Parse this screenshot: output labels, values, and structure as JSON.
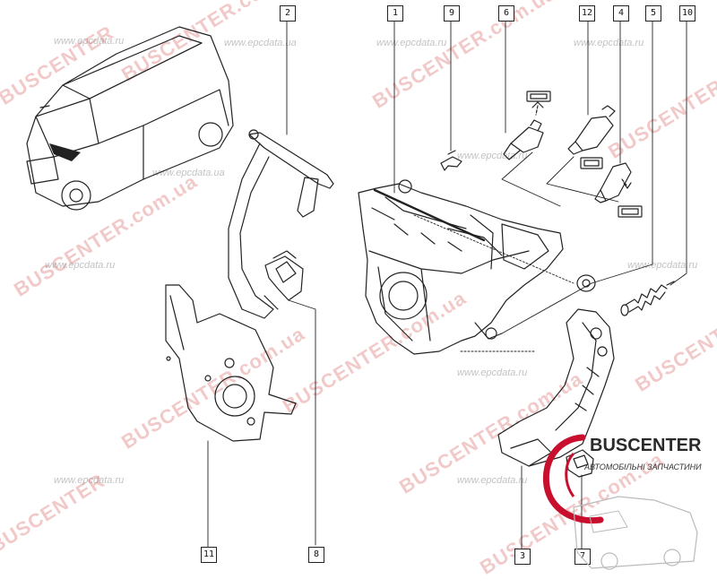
{
  "callouts": [
    "1",
    "2",
    "3",
    "4",
    "5",
    "6",
    "7",
    "8",
    "9",
    "10",
    "11",
    "12"
  ],
  "watermarks": {
    "brand": "BUSCENTER",
    "brand_domain": "BUSCENTER.com.ua",
    "source": "www.epcdata.ru",
    "source_alt": "www.epcdata.ua"
  },
  "logo": {
    "name": "BUSCENTER",
    "tagline": "АВТОМОБІЛЬНІ ЗАПЧАСТИНИ"
  },
  "colors": {
    "line": "#222222",
    "watermark": "#d23c3c",
    "logo_red": "#c8102e"
  }
}
